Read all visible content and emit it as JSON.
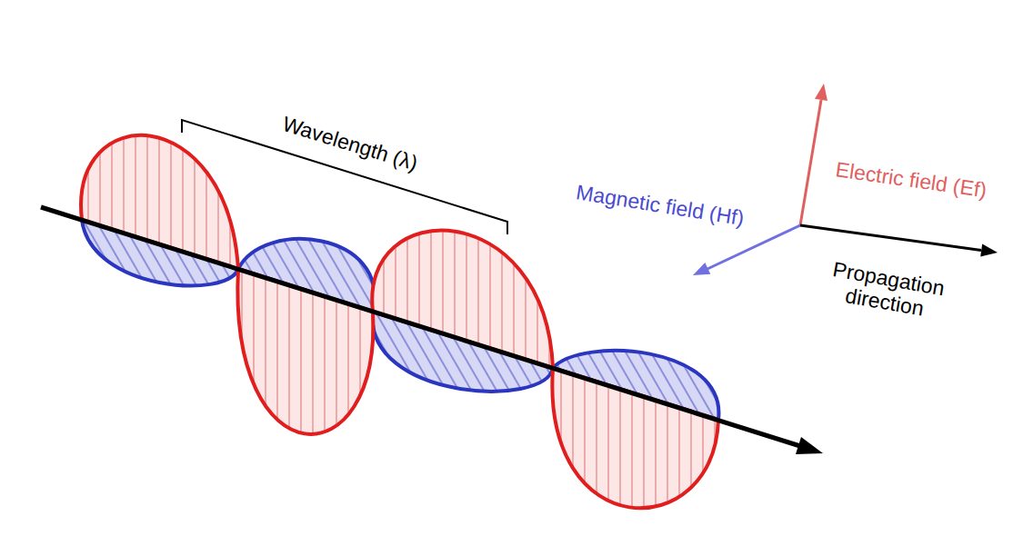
{
  "diagram": {
    "labels": [
      "Wavelength (λ)",
      "Electric field (Ef)",
      "Magnetic field (Hf)",
      "Propagation direction"
    ]
  }
}
